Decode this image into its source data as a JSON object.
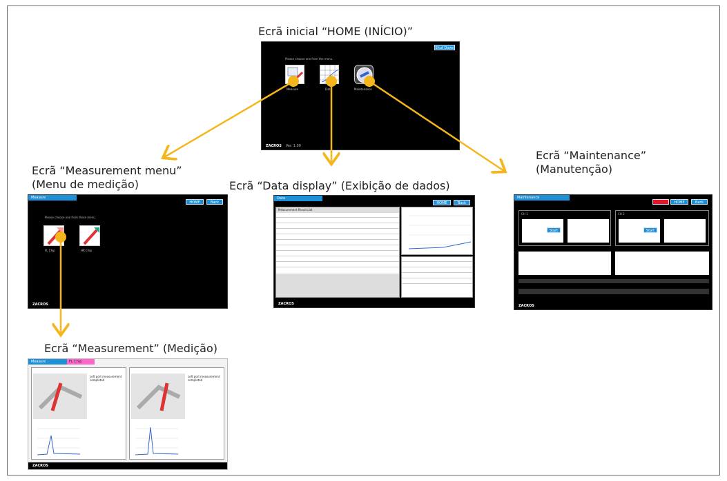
{
  "diagram": {
    "labels": {
      "home": "Ecrã inicial “HOME (INÍCIO)”",
      "measurement_menu_1": "Ecrã “Measurement menu”",
      "measurement_menu_2": "(Menu de medição)",
      "data_display": "Ecrã “Data display” (Exibição de dados)",
      "maintenance_1": "Ecrã “Maintenance”",
      "maintenance_2": "(Manutenção)",
      "measurement": "Ecrã “Measurement” (Medição)"
    },
    "arrow_color": "#f5b51c"
  },
  "home_screen": {
    "shutdown_button": "Shut Down",
    "prompt": "Please choose one from the menu.",
    "tiles": [
      "Measure",
      "Data",
      "Maintenance"
    ],
    "footer_logo": "ZACROS",
    "footer_text": "Ver. 1.00"
  },
  "measure_menu_screen": {
    "title": "Measure",
    "home_button": "HOME",
    "back_button": "Back",
    "prompt": "Please choose one from these menu.",
    "tiles": [
      "FL Chip",
      "HR Chip"
    ],
    "footer_logo": "ZACROS"
  },
  "data_screen": {
    "title": "Data",
    "home_button": "HOME",
    "back_button": "Back",
    "list_title": "Measurement Result List",
    "footer_logo": "ZACROS"
  },
  "maintenance_screen": {
    "title": "Maintenance",
    "home_button": "HOME",
    "back_button": "Back",
    "panel_left": "CH 1",
    "panel_right": "CH 2",
    "start_button": "Start",
    "footer_logo": "ZACROS"
  },
  "measurement_screen": {
    "title": "Measure",
    "tab": "FL Chip",
    "message_left": "Left port measurement completed",
    "message_right": "Left port measurement completed",
    "footer_logo": "ZACROS"
  }
}
